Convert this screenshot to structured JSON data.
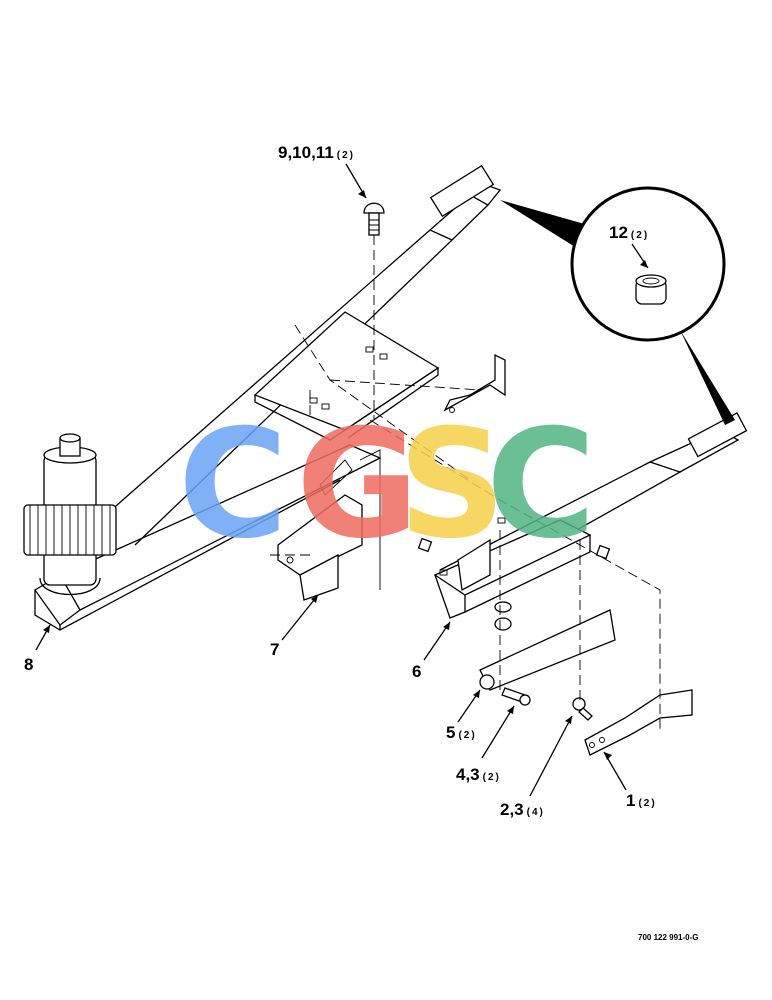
{
  "callouts": {
    "c9": {
      "main": "9,10,11",
      "qty": "(2)"
    },
    "c12": {
      "main": "12",
      "qty": "(2)"
    },
    "c8": {
      "main": "8"
    },
    "c7": {
      "main": "7"
    },
    "c6": {
      "main": "6"
    },
    "c5": {
      "main": "5",
      "qty": "(2)"
    },
    "c4": {
      "main": "4,3",
      "qty": "(2)"
    },
    "c2": {
      "main": "2,3",
      "qty": "(4)"
    },
    "c1": {
      "main": "1",
      "qty": "(2)"
    }
  },
  "reference_number": "700 122 991-0-G",
  "watermark": {
    "letters": [
      "C",
      "G",
      "S",
      "C"
    ],
    "colors": [
      "#6aa3f5",
      "#ef6b60",
      "#f6d04a",
      "#52b583"
    ]
  }
}
